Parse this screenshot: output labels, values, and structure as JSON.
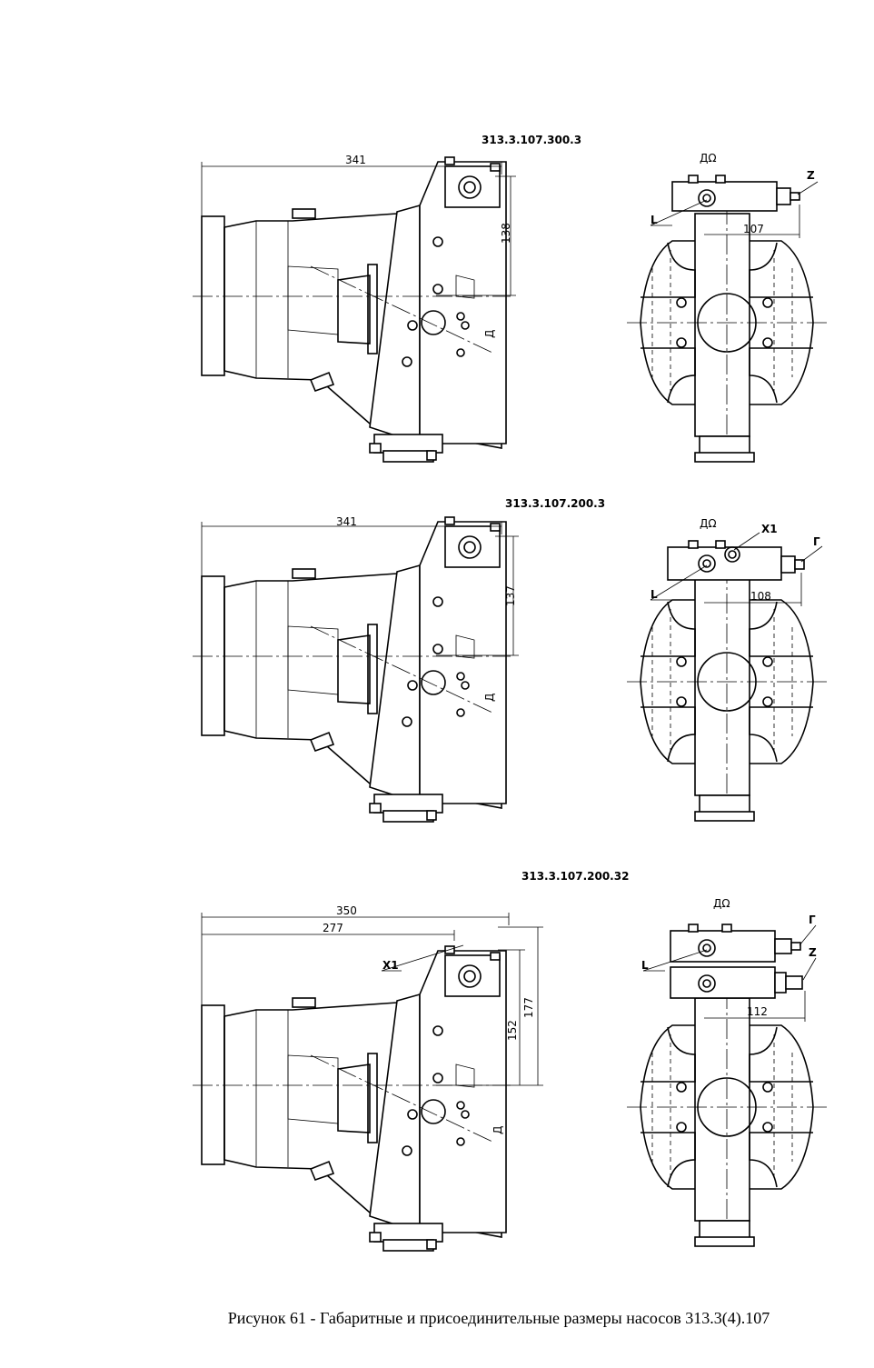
{
  "caption": "Рисунок 61 - Габаритные и присоединительные размеры насосов 313.3(4).107",
  "views": [
    {
      "title": "313.3.107.300.3",
      "dim_length": "341",
      "dim_height": "138",
      "dim_offset": "107",
      "label_L": "L",
      "label_Z": "Z",
      "label_flow": "Д",
      "label_side": "ДΩ"
    },
    {
      "title": "313.3.107.200.3",
      "dim_length": "341",
      "dim_height": "137",
      "dim_offset": "108",
      "label_L": "L",
      "label_X1": "X1",
      "label_G": "Г",
      "label_flow": "Д",
      "label_side": "ДΩ"
    },
    {
      "title": "313.3.107.200.32",
      "dim_length": "350",
      "dim_length2": "277",
      "dim_height": "177",
      "dim_height2": "152",
      "dim_offset": "112",
      "label_L": "L",
      "label_X1": "X1",
      "label_G": "Г",
      "label_Z": "Z",
      "label_flow": "Д",
      "label_side": "ДΩ"
    }
  ]
}
